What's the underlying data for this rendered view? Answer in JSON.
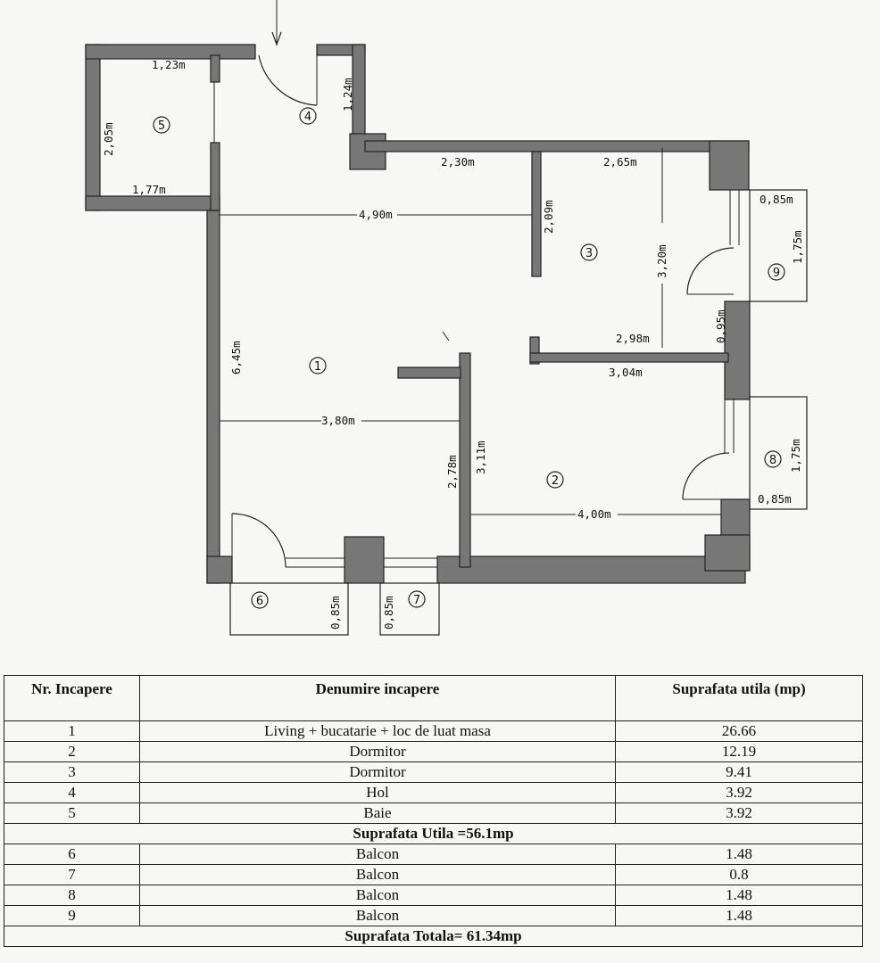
{
  "plan": {
    "dimensions": {
      "d_123": "1,23m",
      "d_205": "2,05m",
      "d_177": "1,77m",
      "d_124": "1,24m",
      "d_230": "2,30m",
      "d_265": "2,65m",
      "d_490": "4,90m",
      "d_209": "2,09m",
      "d_320": "3,20m",
      "d_085_top": "0,85m",
      "d_175_top": "1,75m",
      "d_095": "0,95m",
      "d_298": "2,98m",
      "d_645": "6,45m",
      "d_304": "3,04m",
      "d_380": "3,80m",
      "d_278": "2,78m",
      "d_311": "3,11m",
      "d_175_mid": "1,75m",
      "d_085_mid": "0,85m",
      "d_400": "4,00m",
      "d_085_b6": "0,85m",
      "d_085_b7": "0,85m"
    },
    "room_numbers": {
      "r1": "1",
      "r2": "2",
      "r3": "3",
      "r4": "4",
      "r5": "5",
      "r6": "6",
      "r7": "7",
      "r8": "8",
      "r9": "9"
    }
  },
  "table": {
    "headers": {
      "nr": "Nr. Incapere",
      "name": "Denumire incapere",
      "area": "Suprafata utila (mp)"
    },
    "rooms": [
      {
        "nr": "1",
        "name": "Living + bucatarie + loc de luat masa",
        "area": "26.66"
      },
      {
        "nr": "2",
        "name": "Dormitor",
        "area": "12.19"
      },
      {
        "nr": "3",
        "name": "Dormitor",
        "area": "9.41"
      },
      {
        "nr": "4",
        "name": "Hol",
        "area": "3.92"
      },
      {
        "nr": "5",
        "name": "Baie",
        "area": "3.92"
      }
    ],
    "subtotal": "Suprafata Utila =56.1mp",
    "balconies": [
      {
        "nr": "6",
        "name": "Balcon",
        "area": "1.48"
      },
      {
        "nr": "7",
        "name": "Balcon",
        "area": "0.8"
      },
      {
        "nr": "8",
        "name": "Balcon",
        "area": "1.48"
      },
      {
        "nr": "9",
        "name": "Balcon",
        "area": "1.48"
      }
    ],
    "total": "Suprafata Totala= 61.34mp"
  }
}
